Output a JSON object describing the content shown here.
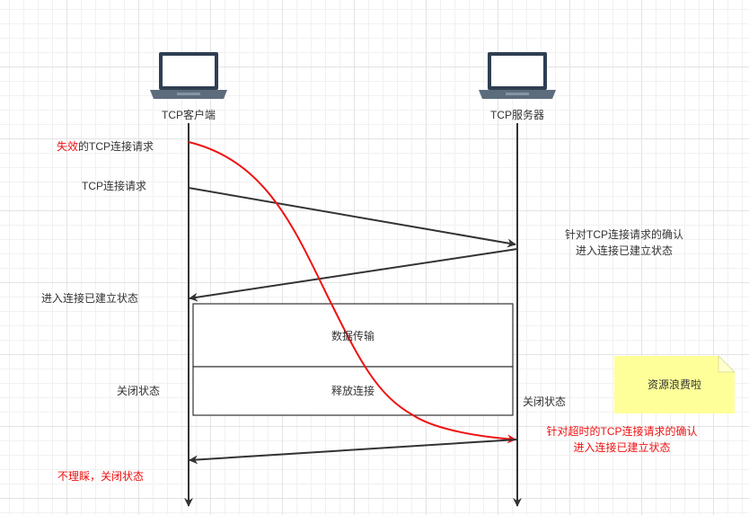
{
  "participants": {
    "client": "TCP客户端",
    "server": "TCP服务器"
  },
  "messages": {
    "failed_request_prefix": "失效",
    "failed_request_suffix": "的TCP连接请求",
    "request": "TCP连接请求",
    "ack_line1": "针对TCP连接请求的确认",
    "ack_line2": "进入连接已建立状态",
    "client_established": "进入连接已建立状态",
    "timeout_ack_line1": "针对超时的TCP连接请求的确认",
    "timeout_ack_line2": "进入连接已建立状态",
    "ignore": "不理睬，关闭状态"
  },
  "boxes": {
    "data_transfer": "数据传输",
    "release": "释放连接"
  },
  "states": {
    "client_closed": "关闭状态",
    "server_closed": "关闭状态"
  },
  "note": {
    "text": "资源浪费啦"
  },
  "colors": {
    "line": "#333333",
    "highlight": "#ee1111",
    "note_fill": "#ffff99",
    "note_fold": "#ffffcc"
  }
}
